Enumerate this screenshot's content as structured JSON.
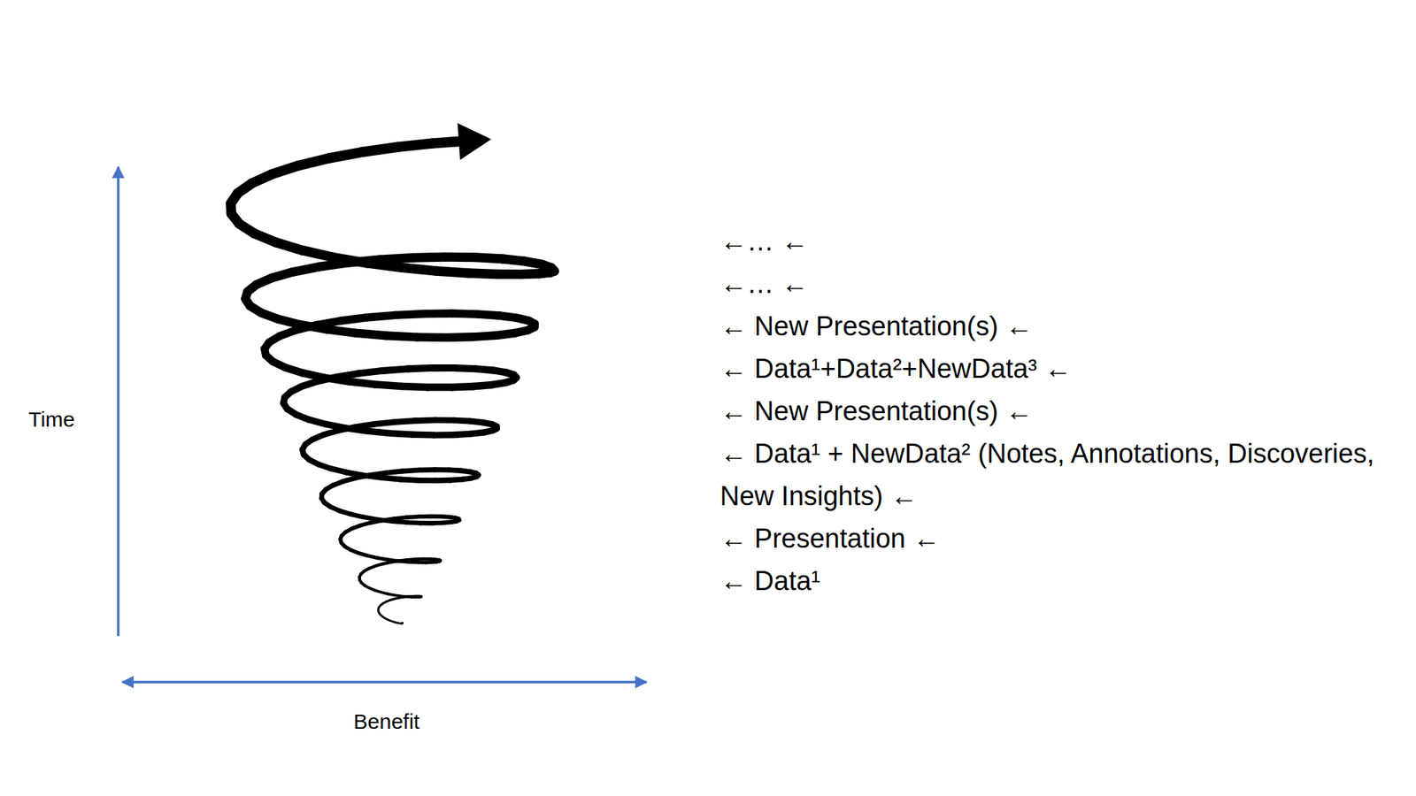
{
  "diagram": {
    "labels": [
      "Time",
      "Benefit",
      "←… ←",
      "←… ←",
      "← New Presentation(s) ←",
      "← Data¹+Data²+NewData³ ←",
      "← New Presentation(s) ←",
      "← Data¹ + NewData² (Notes, Annotations, Discoveries, New Insights) ←",
      "← Presentation ←",
      "← Data¹"
    ]
  }
}
